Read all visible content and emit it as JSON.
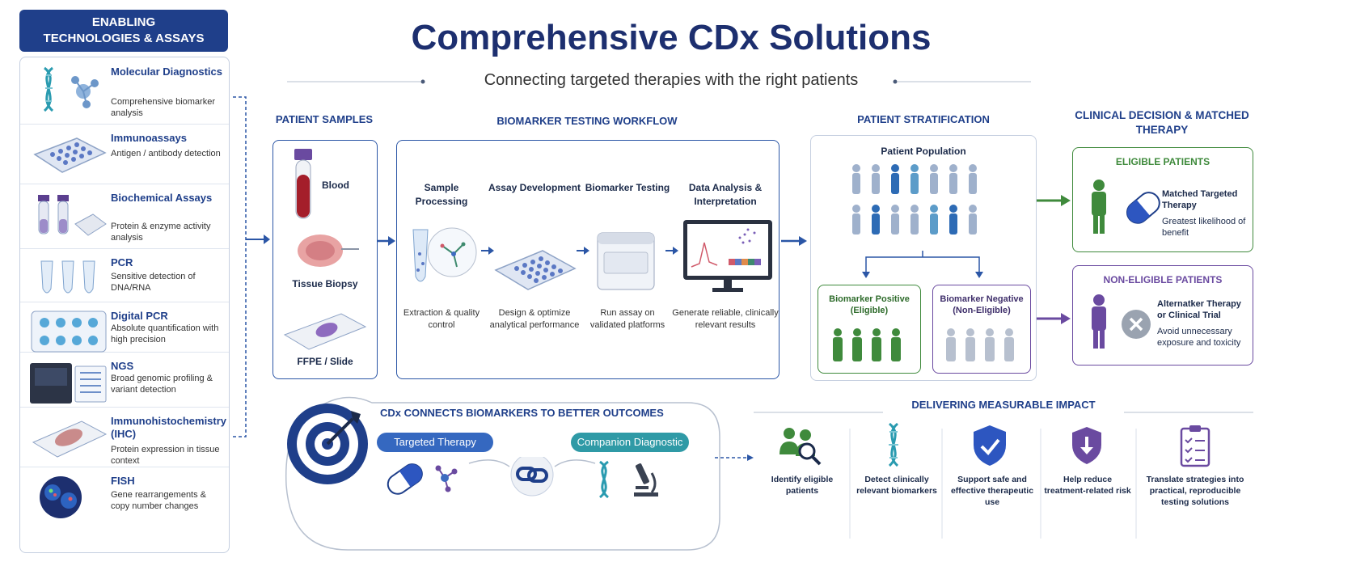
{
  "sidebar": {
    "header": "ENABLING TECHNOLOGIES & ASSAYS",
    "items": [
      {
        "title": "Molecular Diagnostics",
        "desc": "Comprehensive biomarker analysis"
      },
      {
        "title": "Immunoassays",
        "desc": "Antigen / antibody detection"
      },
      {
        "title": "Biochemical Assays",
        "desc": "Protein & enzyme activity analysis"
      },
      {
        "title": "PCR",
        "desc": "Sensitive detection of DNA/RNA"
      },
      {
        "title": "Digital PCR",
        "desc": "Absolute quantification with high precision"
      },
      {
        "title": "NGS",
        "desc": "Broad genomic profiling & variant detection"
      },
      {
        "title": "Immunohistochemistry (IHC)",
        "desc": "Protein expression in tissue context"
      },
      {
        "title": "FISH",
        "desc": "Gene rearrangements & copy number changes"
      }
    ]
  },
  "header": {
    "title": "Comprehensive CDx Solutions",
    "subtitle": "Connecting targeted therapies with the right patients"
  },
  "samples": {
    "heading": "PATIENT SAMPLES",
    "items": [
      "Blood",
      "Tissue Biopsy",
      "FFPE / Slide"
    ]
  },
  "workflow": {
    "heading": "BIOMARKER TESTING WORKFLOW",
    "steps": [
      {
        "title": "Sample Processing",
        "desc": "Extraction & quality control"
      },
      {
        "title": "Assay Development",
        "desc": "Design & optimize analytical performance"
      },
      {
        "title": "Biomarker Testing",
        "desc": "Run assay on validated platforms"
      },
      {
        "title": "Data Analysis & Interpretation",
        "desc": "Generate reliable, clinically relevant results"
      }
    ]
  },
  "stratification": {
    "heading": "PATIENT STRATIFICATION",
    "population": "Patient Population",
    "positive": "Biomarker Positive (Eligible)",
    "negative": "Biomarker Negative (Non-Eligible)"
  },
  "decision": {
    "heading": "CLINICAL DECISION & MATCHED THERAPY",
    "eligible": {
      "heading": "ELIGIBLE PATIENTS",
      "title": "Matched Targeted Therapy",
      "desc": "Greatest likelihood of benefit"
    },
    "non_eligible": {
      "heading": "NON-ELIGIBLE PATIENTS",
      "title": "Alternatker Therapy or Clinical Trial",
      "desc": "Avoid unnecessary exposure and toxicity"
    }
  },
  "cdx": {
    "heading": "CDx CONNECTS BIOMARKERS TO BETTER OUTCOMES",
    "left": "Targeted Therapy",
    "right": "Companion Diagnostic"
  },
  "impact": {
    "heading": "DELIVERING MEASURABLE IMPACT",
    "items": [
      "Identify eligible patients",
      "Detect clinically relevant biomarkers",
      "Support safe and effective therapeutic use",
      "Help reduce treatment-related risk",
      "Translate strategies into practical, reproducible testing solutions"
    ]
  },
  "colors": {
    "navy": "#1f3f8a",
    "blue": "#2b56a6",
    "green": "#3f8a3c",
    "purple": "#6a4aa0",
    "grey": "#b7c0cf"
  }
}
